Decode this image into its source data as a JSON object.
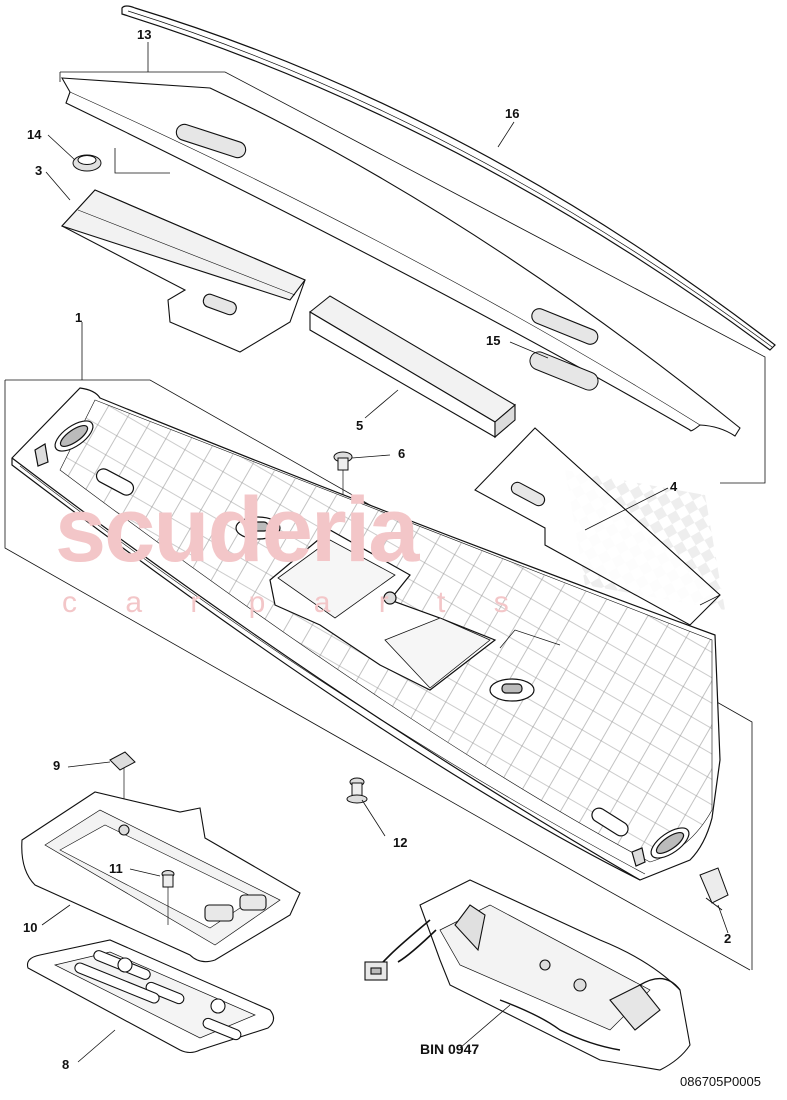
{
  "watermark": {
    "brand": "scuderia",
    "sub": "c a r   p a r t s",
    "color": "#f3c6c8"
  },
  "callouts": {
    "c1": "1",
    "c2": "2",
    "c3": "3",
    "c4": "4",
    "c5": "5",
    "c6": "6",
    "c8": "8",
    "c9": "9",
    "c10": "10",
    "c11": "11",
    "c12": "12",
    "c13": "13",
    "c14": "14",
    "c15": "15",
    "c16": "16"
  },
  "bin_label": "BIN 0947",
  "drawing_number": "086705P0005",
  "colors": {
    "line": "#111111",
    "panel": "#ffffff",
    "shade": "#d8d8d8"
  }
}
